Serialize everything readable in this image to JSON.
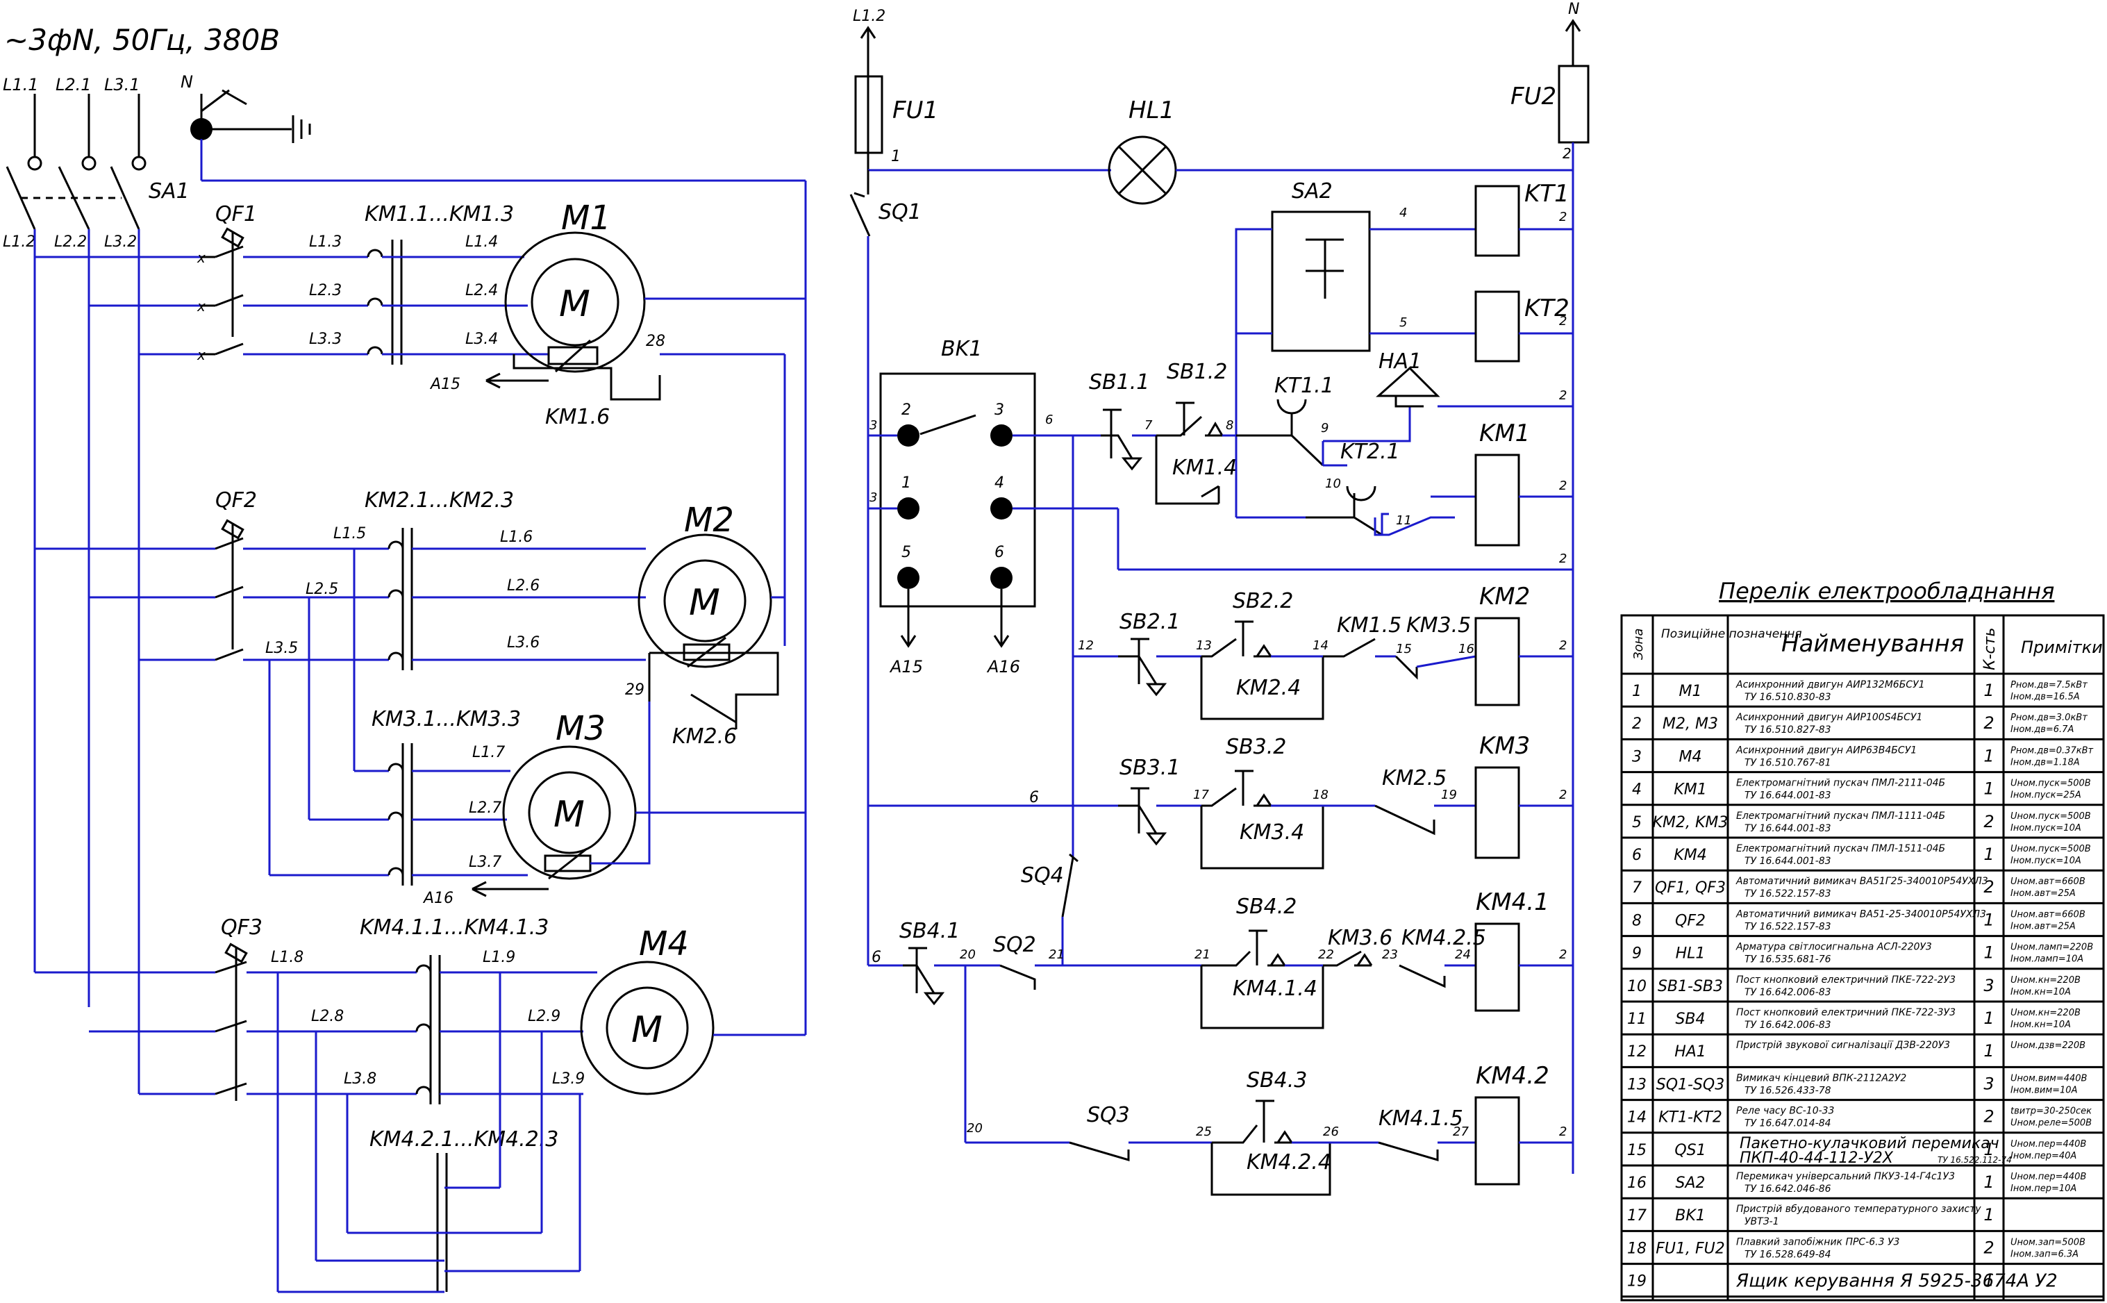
{
  "supply": {
    "title": "~3фN, 50Гц, 380В",
    "phases": [
      "L1.1",
      "L2.1",
      "L3.1"
    ],
    "neutral": "N",
    "phases_after": [
      "L1.2",
      "L2.2",
      "L3.2"
    ],
    "switch": "SA1"
  },
  "power": {
    "m1": {
      "breaker": "QF1",
      "contactor": "KM1.1...KM1.3",
      "motor": "M1",
      "symbol": "M",
      "in_lines": [
        "L1.3",
        "L2.3",
        "L3.3"
      ],
      "out_lines": [
        "L1.4",
        "L2.4",
        "L3.4"
      ],
      "thermal": "KM1.6",
      "thermal_node": "28",
      "sensor_out": "A15"
    },
    "m2": {
      "breaker": "QF2",
      "contactor": "KM2.1...KM2.3",
      "motor": "M2",
      "symbol": "M",
      "in_lines": [
        "L1.5",
        "L2.5",
        "L3.5"
      ],
      "out_lines": [
        "L1.6",
        "L2.6",
        "L3.6"
      ],
      "thermal": "KM2.6",
      "thermal_node": "29"
    },
    "m3": {
      "contactor": "KM3.1...KM3.3",
      "motor": "M3",
      "symbol": "M",
      "out_lines": [
        "L1.7",
        "L2.7",
        "L3.7"
      ],
      "sensor_out": "A16"
    },
    "m4": {
      "breaker": "QF3",
      "contactor": "KM4.1.1...KM4.1.3",
      "contactor2": "KM4.2.1...KM4.2.3",
      "motor": "M4",
      "symbol": "M",
      "in_lines": [
        "L1.8",
        "L2.8",
        "L3.8"
      ],
      "out_lines": [
        "L1.9",
        "L2.9",
        "L3.9"
      ]
    }
  },
  "control": {
    "l12": "L1.2",
    "n": "N",
    "fu1": "FU1",
    "fu2": "FU2",
    "hl1": "HL1",
    "sq1": "SQ1",
    "n1": "1",
    "n2": "2",
    "sa2": "SA2",
    "kt1": "KT1",
    "kt2": "KT2",
    "n4": "4",
    "n5": "5",
    "bk1": "BK1",
    "bk_pins": [
      "2",
      "3",
      "1",
      "4",
      "5",
      "6"
    ],
    "a15": "A15",
    "a16": "A16",
    "sb11": "SB1.1",
    "sb12": "SB1.2",
    "km14": "KM1.4",
    "kt11": "KT1.1",
    "kt21": "KT2.1",
    "ha1": "HA1",
    "km1": "KM1",
    "sb21": "SB2.1",
    "sb22": "SB2.2",
    "km24": "KM2.4",
    "km15": "KM1.5",
    "km35": "KM3.5",
    "km2": "KM2",
    "sb31": "SB3.1",
    "sb32": "SB3.2",
    "km34": "KM3.4",
    "km25": "KM2.5",
    "km3": "KM3",
    "sq4": "SQ4",
    "sb41": "SB4.1",
    "sq2": "SQ2",
    "sb42": "SB4.2",
    "km414": "KM4.1.4",
    "km36": "KM3.6",
    "km425": "KM4.2.5",
    "km41": "KM4.1",
    "sq3": "SQ3",
    "sb43": "SB4.3",
    "km424": "KM4.2.4",
    "km415": "KM4.1.5",
    "km42": "KM4.2",
    "nodes": {
      "3": "3",
      "6": "6",
      "7": "7",
      "8": "8",
      "9": "9",
      "10": "10",
      "11": "11",
      "12": "12",
      "13": "13",
      "14": "14",
      "15": "15",
      "16": "16",
      "17": "17",
      "18": "18",
      "19": "19",
      "20": "20",
      "21": "21",
      "22": "22",
      "23": "23",
      "24": "24",
      "25": "25",
      "26": "26",
      "27": "27"
    }
  },
  "table": {
    "title": "Перелік електрообладнання",
    "headers": {
      "zone": "Зона",
      "pos": "Позиційне позначення",
      "name": "Найменування",
      "qty": "К-сть",
      "note": "Примітки"
    },
    "rows": [
      {
        "zone": "1",
        "pos": "M1",
        "name": "Асинхронний двигун АИР132М6БСУ1",
        "spec": "ТУ 16.510.830-83",
        "qty": "1",
        "note": "Рном.дв=7.5кВт",
        "note2": "Іном.дв=16.5А"
      },
      {
        "zone": "2",
        "pos": "M2, M3",
        "name": "Асинхронний двигун АИР100S4БСУ1",
        "spec": "ТУ 16.510.827-83",
        "qty": "2",
        "note": "Рном.дв=3.0кВт",
        "note2": "Іном.дв=6.7А"
      },
      {
        "zone": "3",
        "pos": "M4",
        "name": "Асинхронний двигун АИР63В4БСУ1",
        "spec": "ТУ 16.510.767-81",
        "qty": "1",
        "note": "Рном.дв=0.37кВт",
        "note2": "Іном.дв=1.18А"
      },
      {
        "zone": "4",
        "pos": "KM1",
        "name": "Електромагнітний пускач ПМЛ-2111-04Б",
        "spec": "ТУ 16.644.001-83",
        "qty": "1",
        "note": "Uном.пуск=500В",
        "note2": "Іном.пуск=25А"
      },
      {
        "zone": "5",
        "pos": "KM2, KM3",
        "name": "Електромагнітний пускач ПМЛ-1111-04Б",
        "spec": "ТУ 16.644.001-83",
        "qty": "2",
        "note": "Uном.пуск=500В",
        "note2": "Іном.пуск=10А"
      },
      {
        "zone": "6",
        "pos": "KM4",
        "name": "Електромагнітний пускач ПМЛ-1511-04Б",
        "spec": "ТУ 16.644.001-83",
        "qty": "1",
        "note": "Uном.пуск=500В",
        "note2": "Іном.пуск=10А"
      },
      {
        "zone": "7",
        "pos": "QF1, QF3",
        "name": "Автоматичний вимикач ВА51Г25-340010Р54УХЛ3",
        "spec": "ТУ 16.522.157-83",
        "qty": "2",
        "note": "Uном.авт=660В",
        "note2": "Іном.авт=25А"
      },
      {
        "zone": "8",
        "pos": "QF2",
        "name": "Автоматичний вимикач ВА51-25-340010Р54УХЛ3",
        "spec": "ТУ 16.522.157-83",
        "qty": "1",
        "note": "Uном.авт=660В",
        "note2": "Іном.авт=25А"
      },
      {
        "zone": "9",
        "pos": "HL1",
        "name": "Арматура світлосигнальна  АСЛ-220У3",
        "spec": "ТУ 16.535.681-76",
        "qty": "1",
        "note": "Uном.ламп=220В",
        "note2": "Іном.ламп=10А"
      },
      {
        "zone": "10",
        "pos": "SB1-SB3",
        "name": "Пост кнопковий електричний ПКЕ-722-2У3",
        "spec": "ТУ 16.642.006-83",
        "qty": "3",
        "note": "Uном.кн=220В",
        "note2": "Іном.кн=10А"
      },
      {
        "zone": "11",
        "pos": "SB4",
        "name": "Пост кнопковий електричний ПКЕ-722-3У3",
        "spec": "ТУ 16.642.006-83",
        "qty": "1",
        "note": "Uном.кн=220В",
        "note2": "Іном.кн=10А"
      },
      {
        "zone": "12",
        "pos": "HA1",
        "name": "Пристрій звукової сигналізації  ДЗВ-220У3",
        "spec": "",
        "qty": "1",
        "note": "Uном.дзв=220В",
        "note2": ""
      },
      {
        "zone": "13",
        "pos": "SQ1-SQ3",
        "name": "Вимикач кінцевий ВПК-2112А2У2",
        "spec": "ТУ 16.526.433-78",
        "qty": "3",
        "note": "Uном.вим=440В",
        "note2": "Іном.вим=10А"
      },
      {
        "zone": "14",
        "pos": "KT1-KT2",
        "name": "Реле часу ВС-10-33",
        "spec": "ТУ 16.647.014-84",
        "qty": "2",
        "note": "tвитр=30-250сек",
        "note2": "Uном.реле=500В"
      },
      {
        "zone": "15",
        "pos": "QS1",
        "name": "Пакетно-кулачковий перемикач",
        "spec": "ПКП-40-44-112-У2Х",
        "qty": "1",
        "note": "Uном.пер=440В",
        "note2": "Іном.пер=40А",
        "spec2": "ТУ 16.522.112-74"
      },
      {
        "zone": "16",
        "pos": "SA2",
        "name": "Перемикач універсальний ПКУ3-14-Г4с1У3",
        "spec": "ТУ 16.642.046-86",
        "qty": "1",
        "note": "Uном.пер=440В",
        "note2": "Іном.пер=10А"
      },
      {
        "zone": "17",
        "pos": "BK1",
        "name": "Пристрій вбудованого температурного захисту",
        "spec": "УВТЗ-1",
        "qty": "1",
        "note": "",
        "note2": ""
      },
      {
        "zone": "18",
        "pos": "FU1, FU2",
        "name": "Плавкий запобіжник ПРС-6.3 У3",
        "spec": "ТУ 16.528.649-84",
        "qty": "2",
        "note": "Uном.зап=500В",
        "note2": "Іном.зап=6.3А"
      },
      {
        "zone": "19",
        "pos": "",
        "name": "Ящик керування Я 5925-3674А У2",
        "spec": "",
        "qty": "1",
        "note": "",
        "note2": ""
      }
    ]
  }
}
